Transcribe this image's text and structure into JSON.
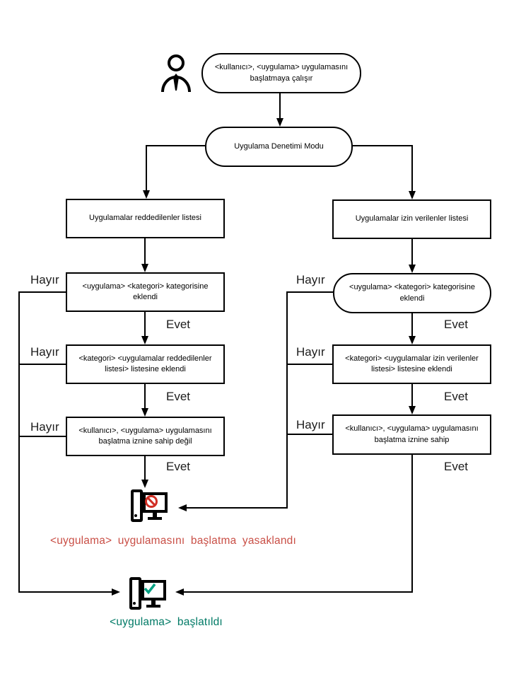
{
  "flowchart": {
    "nodes": {
      "start": {
        "label": "<kullanıcı>, <uygulama> uygulamasını başlatmaya çalışır"
      },
      "mode": {
        "label": "Uygulama Denetimi Modu"
      },
      "denylist_list": {
        "label": "Uygulamalar reddedilenler listesi"
      },
      "allowlist_list": {
        "label": "Uygulamalar izin verilenler listesi"
      },
      "denylist_category": {
        "label": "<uygulama> <kategori> kategorisine eklendi"
      },
      "allowlist_category": {
        "label": "<uygulama> <kategori> kategorisine eklendi"
      },
      "denylist_added": {
        "label": "<kategori> <uygulamalar reddedilenler listesi> listesine eklendi"
      },
      "allowlist_added": {
        "label": "<kategori> <uygulamalar izin verilenler listesi> listesine eklendi"
      },
      "denylist_permission": {
        "label": "<kullanıcı>, <uygulama> uygulamasını başlatma iznine sahip değil"
      },
      "allowlist_permission": {
        "label": "<kullanıcı>, <uygulama> uygulamasını başlatma iznine sahip"
      }
    },
    "edge_labels": {
      "yes": "Evet",
      "no": "Hayır"
    },
    "outcomes": {
      "blocked": {
        "label": "<uygulama> uygulamasını başlatma yasaklandı",
        "color": "#c94f46"
      },
      "started": {
        "label": "<uygulama> başlatıldı",
        "color": "#007a66"
      }
    },
    "icons": {
      "user": "user-icon",
      "blocked": "blocked-computer-icon",
      "started": "started-computer-icon",
      "prohibition": "prohibition-icon",
      "check": "check-icon"
    },
    "colors": {
      "line": "#000000",
      "prohibition": "#d02e24",
      "check": "#00a082"
    }
  }
}
